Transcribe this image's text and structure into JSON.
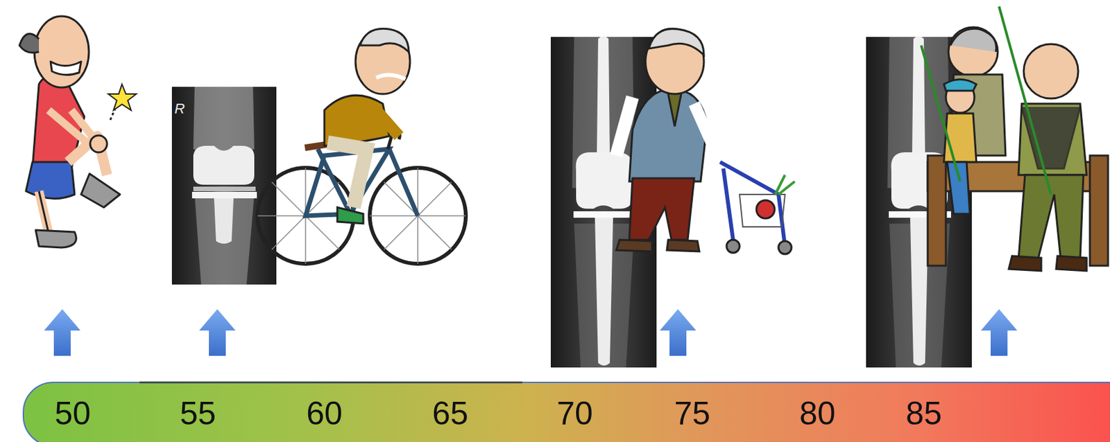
{
  "diagram": {
    "labels": [
      "50",
      "55",
      "60",
      "65",
      "70",
      "75",
      "80",
      "85",
      "R"
    ]
  }
}
